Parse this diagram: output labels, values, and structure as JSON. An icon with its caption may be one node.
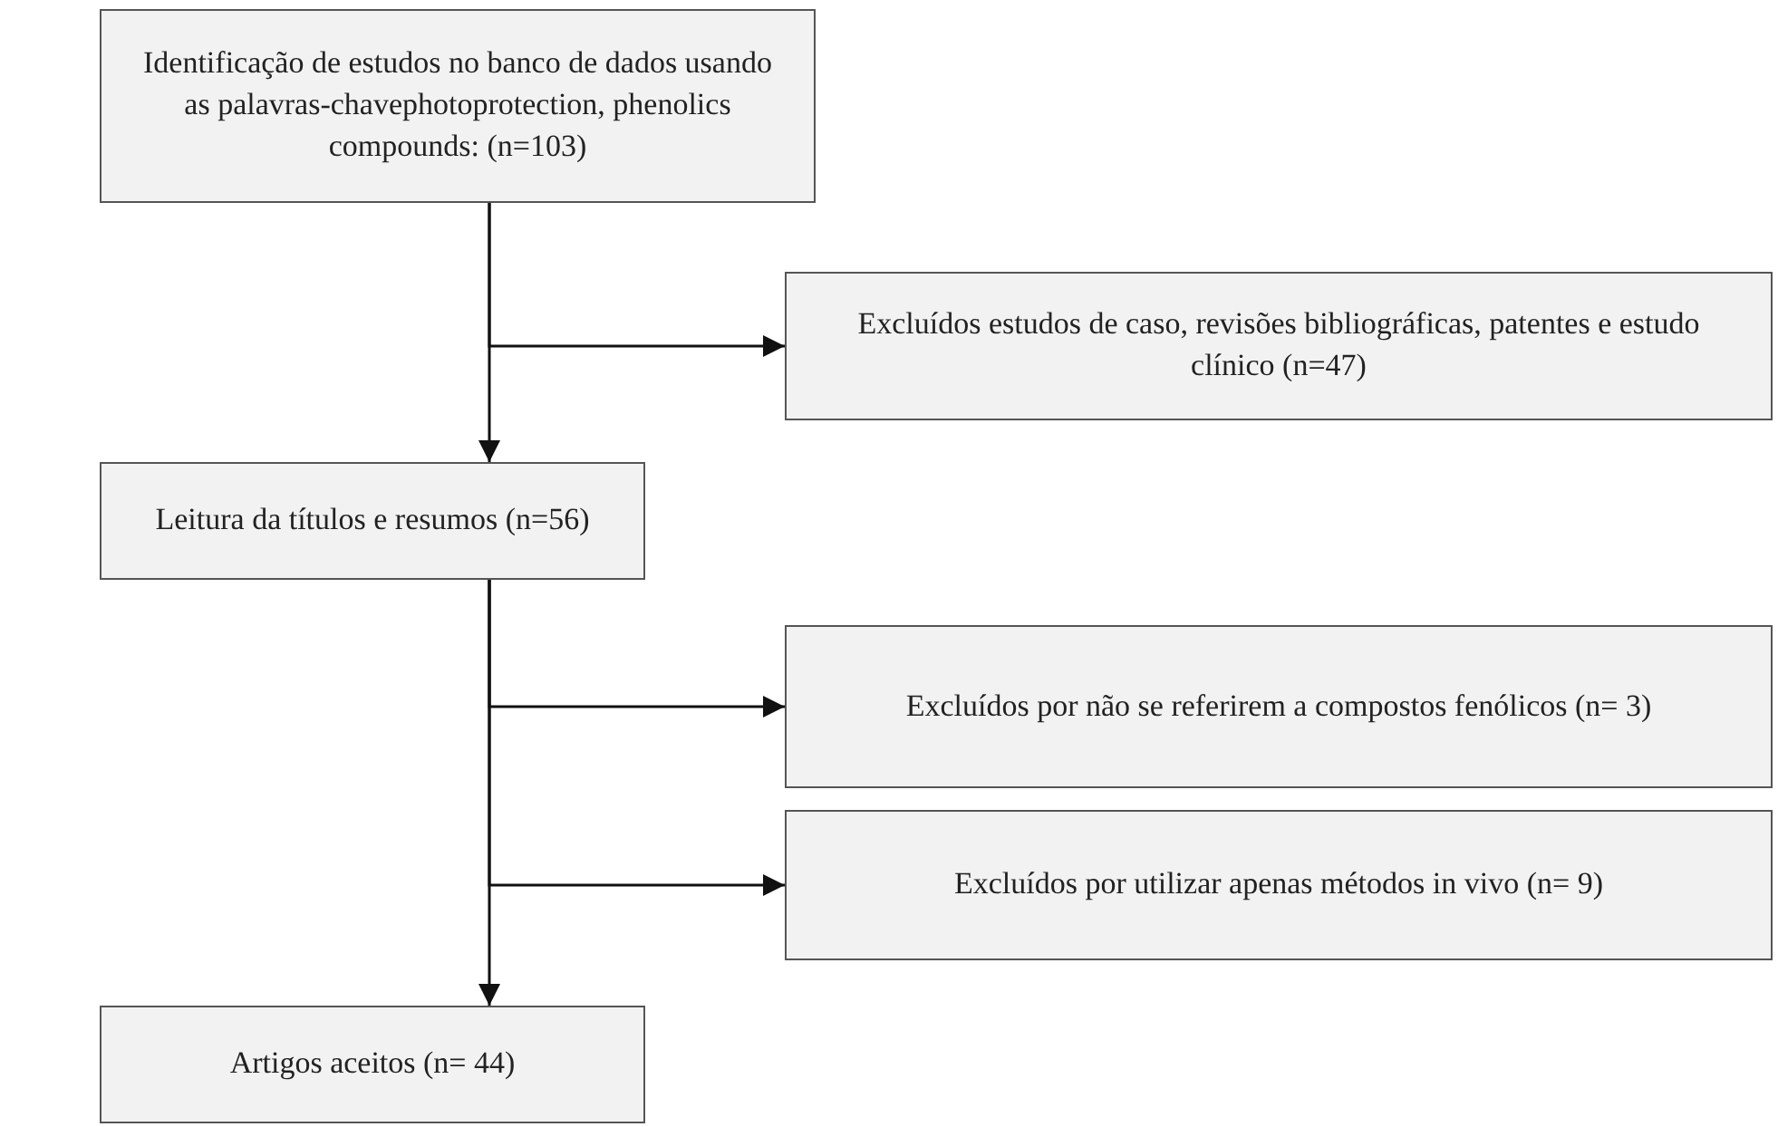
{
  "diagram": {
    "nodes": [
      {
        "text": [
          "Identificação de estudos no banco de dados usando as palavras-chavephotoprotection, phenolics compounds: (n=103)"
        ]
      },
      {
        "text": [
          "Excluídos estudos de caso, revisões bibliográficas, patentes e estudo clínico (n=47)"
        ]
      },
      {
        "text": [
          "Leitura da títulos e resumos (n=56)"
        ]
      },
      {
        "text": [
          "Excluídos por não se referirem a compostos fenólicos (n= 3)"
        ]
      },
      {
        "text": [
          "Excluídos por utilizar apenas métodos in vivo (n= 9)"
        ]
      },
      {
        "text": [
          "Artigos aceitos (n= 44)"
        ]
      }
    ],
    "edges": [
      {
        "from": 0,
        "to": 2,
        "arrow": "to"
      },
      {
        "from": 0,
        "to": 1,
        "arrow": "to"
      },
      {
        "from": 2,
        "to": 3,
        "arrow": "to"
      },
      {
        "from": 2,
        "to": 4,
        "arrow": "to"
      },
      {
        "from": 2,
        "to": 5,
        "arrow": "to"
      }
    ]
  }
}
